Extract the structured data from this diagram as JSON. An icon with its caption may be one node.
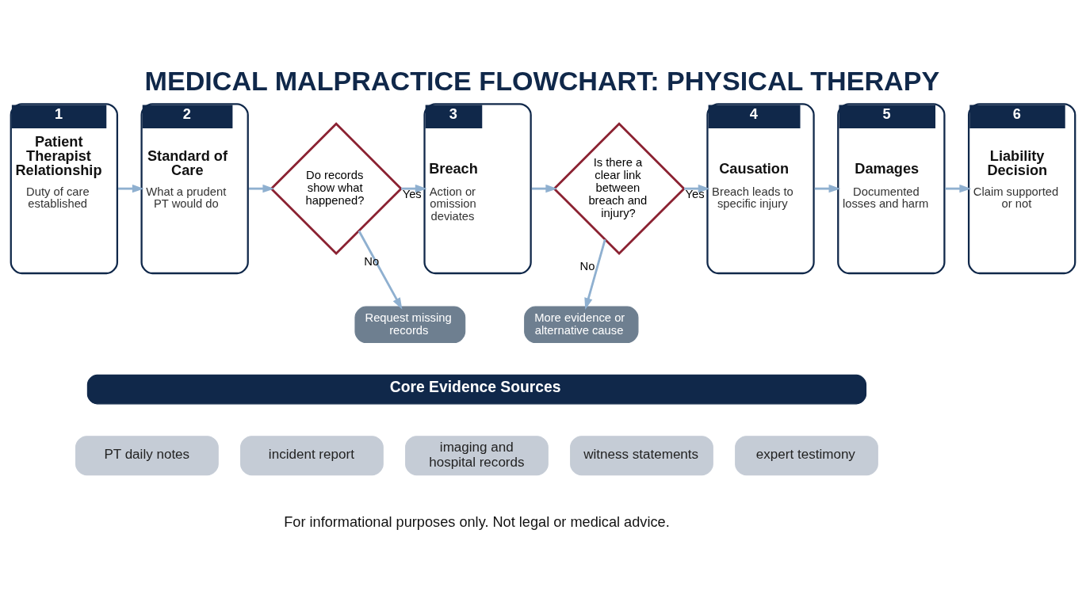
{
  "diagram": {
    "title": "MEDICAL MALPRACTICE FLOWCHART: PHYSICAL THERAPY",
    "nodes": [
      {
        "text": [
          "1",
          "Patient Therapist Relationship",
          "Duty of care established"
        ]
      },
      {
        "text": [
          "2",
          "Standard of Care",
          "What a prudent PT would do"
        ]
      },
      {
        "text": [
          "Do records show what happened?"
        ]
      },
      {
        "text": [
          "Request missing records"
        ]
      },
      {
        "text": [
          "3",
          "Breach",
          "Action or omission deviates"
        ]
      },
      {
        "text": [
          "Is there a clear link between breach and injury?"
        ]
      },
      {
        "text": [
          "More evidence or alternative cause"
        ]
      },
      {
        "text": [
          "4",
          "Causation",
          "Breach leads to specific injury"
        ]
      },
      {
        "text": [
          "5",
          "Damages",
          "Documented losses and harm"
        ]
      },
      {
        "text": [
          "6",
          "Liability Decision",
          "Claim supported or not"
        ]
      },
      {
        "text": [
          "Core Evidence Sources"
        ]
      },
      {
        "text": [
          "PT daily notes"
        ]
      },
      {
        "text": [
          "incident report"
        ]
      },
      {
        "text": [
          "imaging and hospital records"
        ]
      },
      {
        "text": [
          "witness statements"
        ]
      },
      {
        "text": [
          "expert testimony"
        ]
      }
    ],
    "edges": [
      {
        "from": 0,
        "to": 1,
        "arrow": "to"
      },
      {
        "from": 1,
        "to": 2,
        "arrow": "to"
      },
      {
        "from": 2,
        "to": 4,
        "arrow": "to",
        "label": "Yes"
      },
      {
        "from": 2,
        "to": 3,
        "arrow": "to",
        "label": "No"
      },
      {
        "from": 4,
        "to": 5,
        "arrow": "to"
      },
      {
        "from": 5,
        "to": 7,
        "arrow": "to",
        "label": "Yes"
      },
      {
        "from": 5,
        "to": 6,
        "arrow": "to",
        "label": "No"
      },
      {
        "from": 7,
        "to": 8,
        "arrow": "to"
      },
      {
        "from": 8,
        "to": 9,
        "arrow": "to"
      }
    ],
    "labels": [
      "For informational purposes only. Not legal or medical advice."
    ]
  }
}
